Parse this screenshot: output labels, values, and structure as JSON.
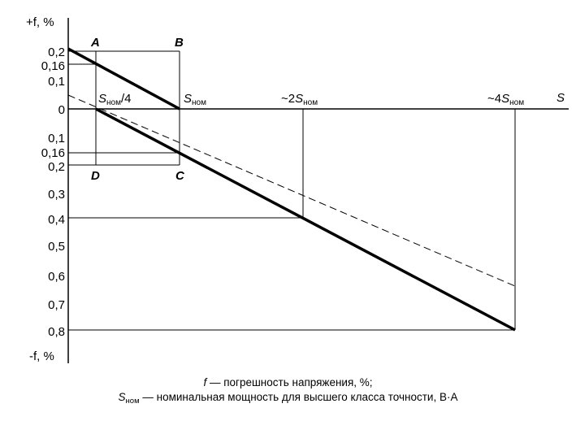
{
  "chart_data": {
    "type": "line",
    "x_label": "S",
    "y_label_top": "+f, %",
    "y_label_bottom": "-f, %",
    "y_ticks_positive": [
      "0,2",
      "0,16",
      "0,1",
      "0"
    ],
    "y_ticks_negative": [
      "0,1",
      "0,16",
      "0,2",
      "0,3",
      "0,4",
      "0,5",
      "0,6",
      "0,7",
      "0,8"
    ],
    "points": {
      "A": "A",
      "B": "B",
      "C": "C",
      "D": "D"
    },
    "x_marks": {
      "quarter": {
        "main": "S",
        "sub": "ном",
        "suffix": "/4"
      },
      "nominal": {
        "main": "S",
        "sub": "ном"
      },
      "double": {
        "prefix": "~2",
        "main": "S",
        "sub": "ном"
      },
      "quad": {
        "prefix": "~4",
        "main": "S",
        "sub": "ном"
      }
    },
    "lines": [
      {
        "style": "thick",
        "from": [
          0,
          0.2
        ],
        "to": [
          1,
          0
        ]
      },
      {
        "style": "thick",
        "from": [
          0.25,
          0
        ],
        "to": [
          4,
          -0.8
        ]
      },
      {
        "style": "dashed",
        "from": [
          0,
          0.05
        ],
        "to": [
          4,
          -0.64
        ]
      }
    ],
    "boxes": [
      {
        "x": [
          0.25,
          1
        ],
        "y": [
          0.2,
          0
        ]
      },
      {
        "x": [
          0.25,
          1
        ],
        "y": [
          0,
          -0.2
        ]
      }
    ],
    "markers": [
      {
        "x": 2,
        "y": -0.4
      },
      {
        "x": 4,
        "y": -0.8
      }
    ]
  },
  "caption": {
    "line1_symbol": "f",
    "line1_text": " — погрешность напряжения, %;",
    "line2_symbol": "S",
    "line2_sub": "ном",
    "line2_text": " — номинальная мощность для высшего класса точности, В·А"
  }
}
